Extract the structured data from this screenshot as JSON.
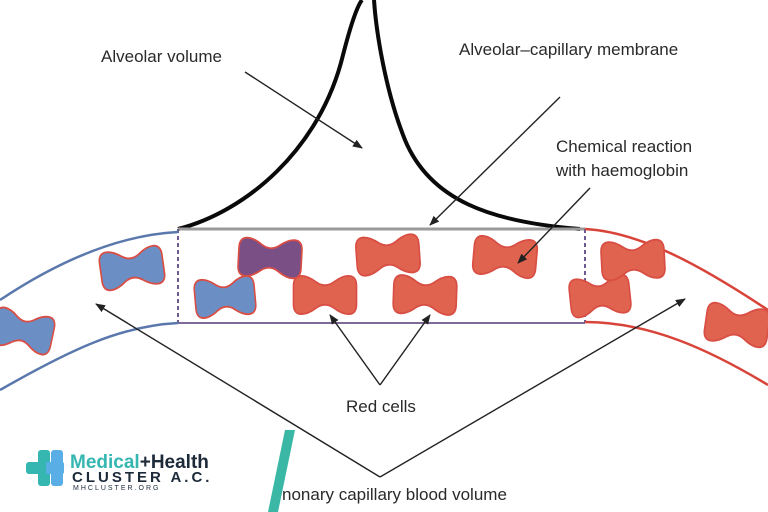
{
  "labels": {
    "alveolar_volume": "Alveolar volume",
    "membrane": "Alveolar–capillary membrane",
    "reaction_line1": "Chemical reaction",
    "reaction_line2": "with haemoglobin",
    "red_cells": "Red cells",
    "blood_volume": "nonary capillary blood volume"
  },
  "logo": {
    "medical": "Medical",
    "plus": "+",
    "health": "Health",
    "cluster": "CLUSTER A.C.",
    "url": "MHCLUSTER.ORG"
  },
  "colors": {
    "deoxygenated": "#6b8fc4",
    "oxygenated": "#e0634f",
    "mixed": "#7a4f86",
    "vessel_blue": "#5b78ad",
    "vessel_red": "#d8443a",
    "logo_teal": "#36b6b0",
    "logo_navy": "#1d2a3a"
  }
}
